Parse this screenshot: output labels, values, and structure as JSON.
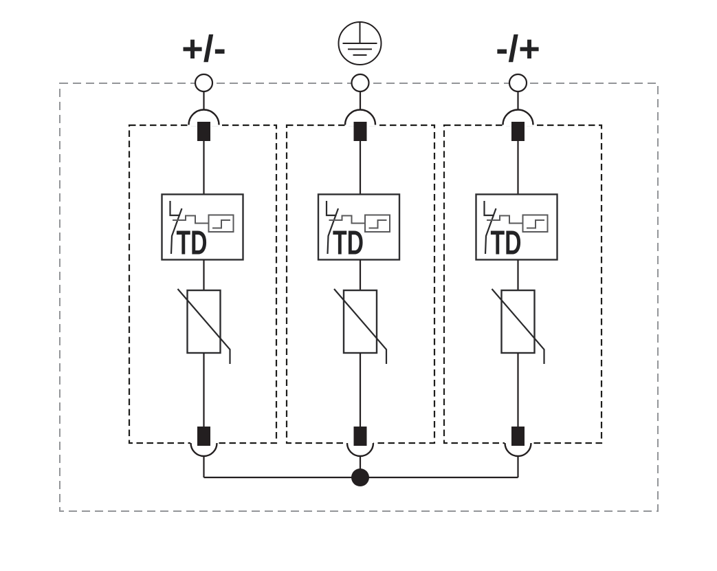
{
  "diagram": {
    "terminals": {
      "left_label": "+/-",
      "right_label": "-/+"
    },
    "icons": {
      "center_top": "protective-earth-icon"
    },
    "branches": [
      {
        "td_label": "TD"
      },
      {
        "td_label": "TD"
      },
      {
        "td_label": "TD"
      }
    ],
    "colors": {
      "line": "#231f20",
      "outer_dash": "#939598",
      "inner_dash": "#1d1d1b",
      "monitor": "#58585a",
      "background": "#ffffff"
    }
  }
}
